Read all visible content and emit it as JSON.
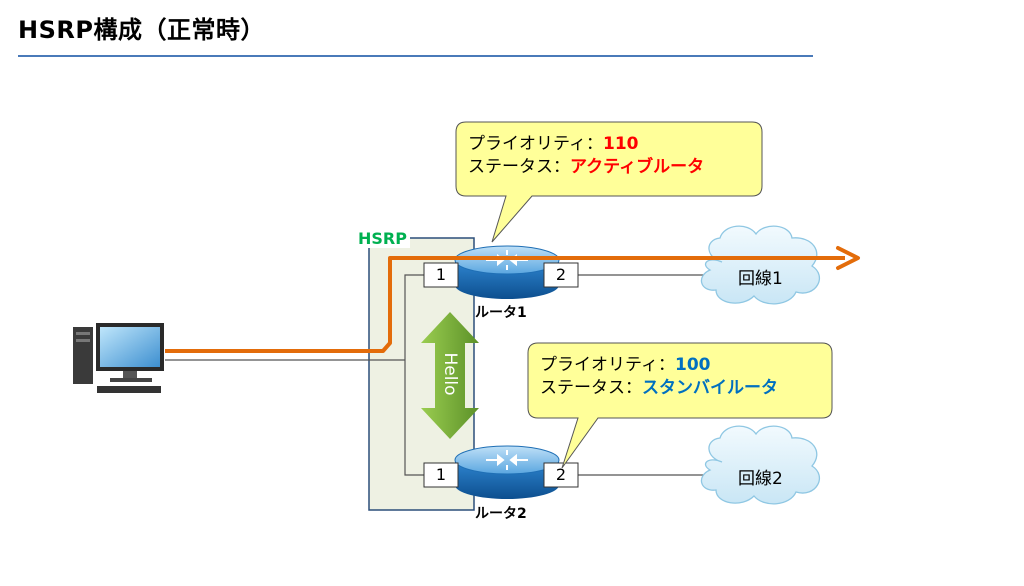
{
  "title": "HSRP構成（正常時）",
  "hsrp_group_label": "HSRP",
  "hello_label": "Hello",
  "router1": {
    "name": "ルータ1",
    "port_left": "1",
    "port_right": "2",
    "priority_label": "プライオリティ：",
    "priority_value": "110",
    "status_label": "ステータス：",
    "status_value": "アクティブルータ",
    "value_color": "#ff0000"
  },
  "router2": {
    "name": "ルータ2",
    "port_left": "1",
    "port_right": "2",
    "priority_label": "プライオリティ：",
    "priority_value": "100",
    "status_label": "ステータス：",
    "status_value": "スタンバイルータ",
    "value_color": "#0070c0"
  },
  "line1_label": "回線1",
  "line2_label": "回線2",
  "colors": {
    "traffic_path": "#e36c0a",
    "hsrp_label": "#00b050",
    "hello_arrow": "#70a030",
    "callout_fill": "#ffff99",
    "router_blue": "#1f6fb5",
    "cloud_fill": "#dbeef8"
  }
}
